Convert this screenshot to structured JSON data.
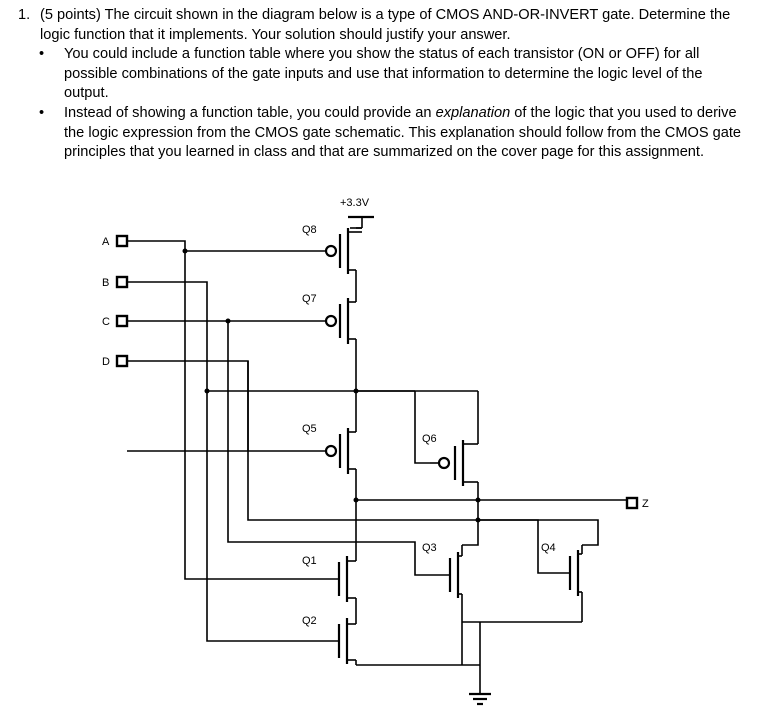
{
  "problem": {
    "number": "1.",
    "heading": "(5 points) The circuit shown in the diagram below is a type of CMOS AND-OR-INVERT gate. Determine the logic function that it implements. Your solution should justify your answer.",
    "bullets": [
      {
        "text": "You could include a function table where you show the status of each transistor (ON or OFF) for all possible combinations of the gate inputs and use that information to determine the logic level of the output."
      },
      {
        "pre": "Instead of showing a function table, you could provide an ",
        "emph": "explanation",
        "post": " of the logic that you used to derive the logic expression from the CMOS gate schematic. This explanation should follow from the CMOS gate principles that you learned in class and that are summarized on the cover page for this assignment."
      }
    ]
  },
  "schematic": {
    "supply_label": "+3.3V",
    "inputs": [
      "A",
      "B",
      "C",
      "D"
    ],
    "output": "Z",
    "transistors": [
      "Q8",
      "Q7",
      "Q5",
      "Q6",
      "Q1",
      "Q2",
      "Q3",
      "Q4"
    ]
  }
}
